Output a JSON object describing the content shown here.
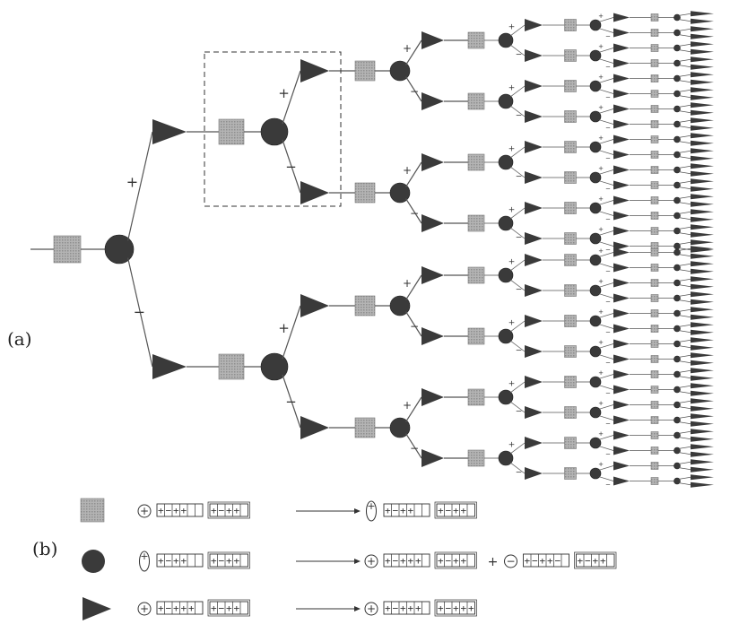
{
  "panels": {
    "a": {
      "label": "(a)"
    },
    "b": {
      "label": "(b)"
    }
  },
  "tree": {
    "branch_signs": {
      "upper": "+",
      "lower": "−"
    },
    "levels": 6,
    "highlighted_subtree": "level-1 upper circle and its two triangle children",
    "symbols": {
      "square": "square-icon",
      "circle": "circle-icon",
      "triangle": "triangle-icon"
    }
  },
  "legend": {
    "rows": [
      {
        "symbol": "square-icon",
        "lhs": {
          "tag": "+",
          "tag_style": "round",
          "tape1": [
            "+",
            "−",
            "+",
            "+",
            "",
            ""
          ],
          "tape2": [
            "+",
            "−",
            "+",
            "+",
            ""
          ]
        },
        "rhs": [
          {
            "tag": "+",
            "tag_style": "oval",
            "tape1": [
              "+",
              "−",
              "+",
              "+",
              "",
              ""
            ],
            "tape2": [
              "+",
              "−",
              "+",
              "+",
              ""
            ]
          }
        ],
        "joiner": ""
      },
      {
        "symbol": "circle-icon",
        "lhs": {
          "tag": "+",
          "tag_style": "oval",
          "tape1": [
            "+",
            "−",
            "+",
            "+",
            "",
            ""
          ],
          "tape2": [
            "+",
            "−",
            "+",
            "+",
            ""
          ]
        },
        "rhs": [
          {
            "tag": "+",
            "tag_style": "round",
            "tape1": [
              "+",
              "−",
              "+",
              "+",
              "+",
              ""
            ],
            "tape2": [
              "+",
              "−",
              "+",
              "+",
              ""
            ]
          },
          {
            "tag": "−",
            "tag_style": "round",
            "tape1": [
              "+",
              "−",
              "+",
              "+",
              "−",
              ""
            ],
            "tape2": [
              "+",
              "−",
              "+",
              "+",
              ""
            ]
          }
        ],
        "joiner": "+"
      },
      {
        "symbol": "triangle-icon",
        "lhs": {
          "tag": "+",
          "tag_style": "round",
          "tape1": [
            "+",
            "−",
            "+",
            "+",
            "+",
            ""
          ],
          "tape2": [
            "+",
            "−",
            "+",
            "+",
            ""
          ]
        },
        "rhs": [
          {
            "tag": "+",
            "tag_style": "round",
            "tape1": [
              "+",
              "−",
              "+",
              "+",
              "+",
              ""
            ],
            "tape2": [
              "+",
              "−",
              "+",
              "+",
              "+"
            ]
          }
        ],
        "joiner": ""
      }
    ]
  },
  "colors": {
    "ink": "#2b2b2b",
    "node_fill": "#3a3a3a",
    "square_fill": "#a9a9a9",
    "line": "#555555"
  }
}
